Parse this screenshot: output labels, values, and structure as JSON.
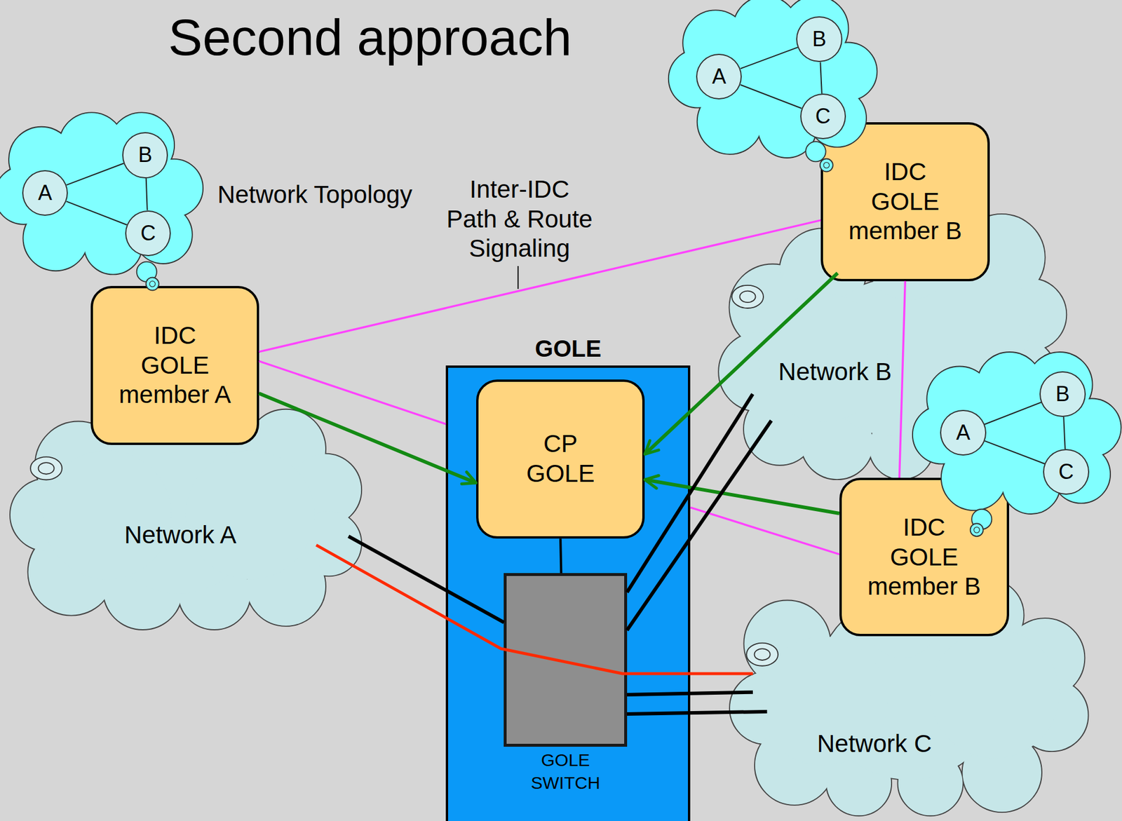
{
  "diagram": {
    "title": "Second approach",
    "nodes": [
      {
        "text": [
          "A"
        ]
      },
      {
        "text": [
          "B"
        ]
      },
      {
        "text": [
          "C"
        ]
      },
      {
        "text": [
          "A"
        ]
      },
      {
        "text": [
          "B"
        ]
      },
      {
        "text": [
          "C"
        ]
      },
      {
        "text": [
          "IDC GOLE member B"
        ]
      },
      {
        "text": [
          "IDC GOLE member A"
        ]
      },
      {
        "text": [
          "Network B"
        ]
      },
      {
        "text": [
          "GOLE"
        ]
      },
      {
        "text": [
          "CP GOLE"
        ],
        "in": 9
      },
      {
        "text": [
          "GOLE SWITCH"
        ],
        "in": 9
      },
      {
        "text": [
          "A"
        ]
      },
      {
        "text": [
          "B"
        ]
      },
      {
        "text": [
          "C"
        ]
      },
      {
        "text": [
          "IDC GOLE member B"
        ]
      },
      {
        "text": [
          "Network A"
        ]
      },
      {
        "text": [
          "Network C"
        ]
      }
    ],
    "edges": [
      {
        "from": 0,
        "to": 1,
        "arrow": "none"
      },
      {
        "from": 0,
        "to": 2,
        "arrow": "none"
      },
      {
        "from": 1,
        "to": 2,
        "arrow": "none"
      },
      {
        "from": 3,
        "to": 4,
        "arrow": "none"
      },
      {
        "from": 3,
        "to": 5,
        "arrow": "none"
      },
      {
        "from": 4,
        "to": 5,
        "arrow": "none"
      },
      {
        "from": 12,
        "to": 13,
        "arrow": "none"
      },
      {
        "from": 12,
        "to": 14,
        "arrow": "none"
      },
      {
        "from": 13,
        "to": 14,
        "arrow": "none"
      },
      {
        "from": 7,
        "to": 6,
        "arrow": "none"
      },
      {
        "from": 7,
        "to": 9,
        "arrow": "none"
      },
      {
        "from": 6,
        "to": 15,
        "arrow": "none"
      },
      {
        "from": 15,
        "to": 9,
        "arrow": "none"
      },
      {
        "from": 7,
        "to": 10,
        "arrow": "to"
      },
      {
        "from": 6,
        "to": 10,
        "arrow": "to"
      },
      {
        "from": 15,
        "to": 10,
        "arrow": "to"
      },
      {
        "from": 10,
        "to": 11,
        "arrow": "none"
      },
      {
        "from": 16,
        "to": 11,
        "arrow": "none"
      },
      {
        "from": 8,
        "to": 11,
        "arrow": "none"
      },
      {
        "from": 8,
        "to": 11,
        "arrow": "none"
      },
      {
        "from": 17,
        "to": 11,
        "arrow": "none"
      },
      {
        "from": 17,
        "to": 11,
        "arrow": "none"
      },
      {
        "from": 16,
        "to": 17,
        "arrow": "none"
      }
    ],
    "labels": [
      "Network Topology",
      "Inter-IDC Path & Route Signaling"
    ]
  }
}
